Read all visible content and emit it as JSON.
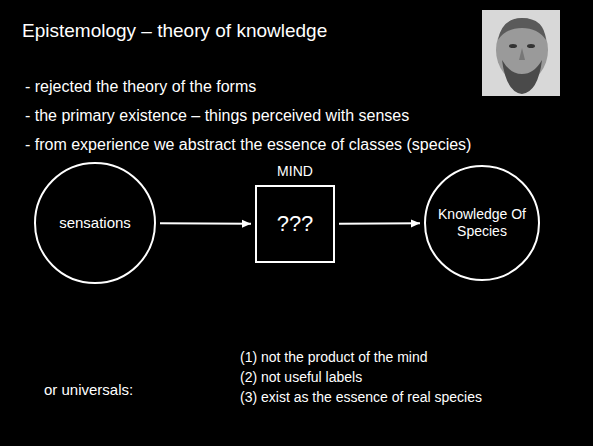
{
  "diagram": {
    "title": "Epistemology – theory of knowledge",
    "nodes": [
      {
        "text": [
          "sensations"
        ]
      },
      {
        "text": [
          "MIND",
          "???"
        ]
      },
      {
        "text": [
          "Knowledge Of Species"
        ]
      }
    ],
    "edges": [
      {
        "from": 0,
        "to": 1,
        "arrow": "to"
      },
      {
        "from": 1,
        "to": 2,
        "arrow": "to"
      }
    ],
    "labels": [
      "- rejected the theory of the forms",
      "- the primary existence – things perceived with senses",
      "- from experience we abstract the essence of classes (species)",
      "or universals:",
      "(1) not the product of the mind",
      "(2) not useful labels",
      "(3) exist as the essence of real species"
    ]
  }
}
